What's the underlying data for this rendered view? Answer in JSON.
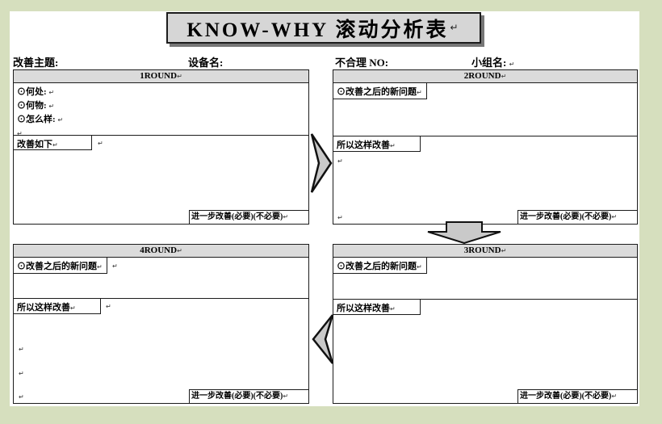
{
  "title": {
    "text": "KNOW-WHY 滚动分析表"
  },
  "marks": {
    "pilcrow": "↵"
  },
  "fields": {
    "topic": "改善主题:",
    "equipment": "设备名:",
    "abnormal_no": "不合理 NO:",
    "team": "小组名:"
  },
  "rounds": {
    "r1": {
      "title": "1ROUND",
      "items": [
        "⊙何处: ",
        "⊙何物: ",
        "⊙怎么样: "
      ],
      "improve": "改善如下",
      "further": "进一步改善(必要)(不必要)"
    },
    "r2": {
      "title": "2ROUND",
      "new_problem": "⊙改善之后的新问题",
      "so_improve": "所以这样改善",
      "further": "进一步改善(必要)(不必要)"
    },
    "r3": {
      "title": "3ROUND",
      "new_problem": "⊙改善之后的新问题",
      "so_improve": "所以这样改善",
      "further": "进一步改善(必要)(不必要)"
    },
    "r4": {
      "title": "4ROUND",
      "new_problem": "⊙改善之后的新问题",
      "so_improve": "所以这样改善",
      "further": "进一步改善(必要)(不必要)"
    }
  }
}
